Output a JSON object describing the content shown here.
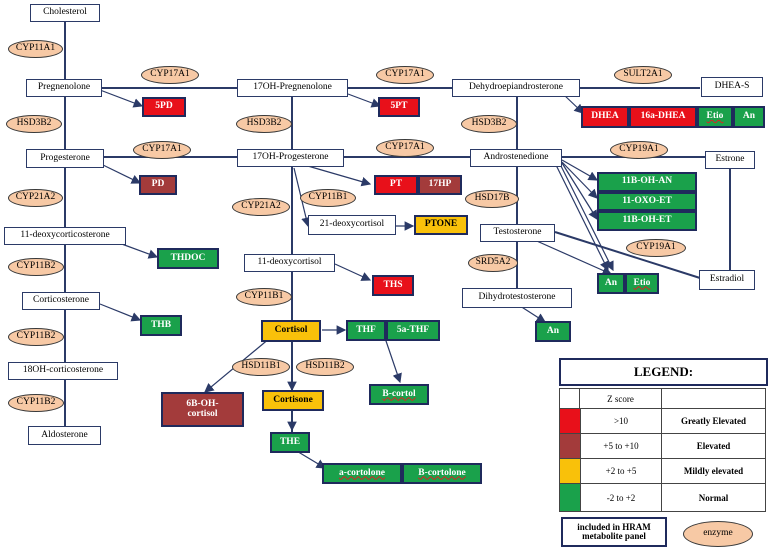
{
  "colors": {
    "greatly_elevated": "#e8101a",
    "elevated": "#a33b3b",
    "mildly_elevated": "#f9c10a",
    "normal": "#1aa14b",
    "enzyme": "#f7c9a5",
    "line": "#2b3a67"
  },
  "steroids": {
    "cholesterol": "Cholesterol",
    "pregnenolone": "Pregnenolone",
    "oh17_pregnenolone": "17OH-Pregnenolone",
    "dhea_full": "Dehydroepiandrosterone",
    "dhea_s": "DHEA-S",
    "progesterone": "Progesterone",
    "oh17_progesterone": "17OH-Progesterone",
    "androstenedione": "Androstenedione",
    "estrone": "Estrone",
    "deoxycorticosterone": "11-deoxycorticosterone",
    "deoxycortisol21": "21-deoxycortisol",
    "testosterone": "Testosterone",
    "deoxycortisol11": "11-deoxycortisol",
    "estradiol": "Estradiol",
    "corticosterone": "Corticosterone",
    "dihydrotestosterone": "Dihydrotestosterone",
    "oh18_corticosterone": "18OH-corticosterone",
    "aldosterone": "Aldosterone"
  },
  "enzymes": {
    "cyp11a1": "CYP11A1",
    "cyp17a1_a": "CYP17A1",
    "cyp17a1_b": "CYP17A1",
    "sult2a1": "SULT2A1",
    "hsd3b2_a": "HSD3B2",
    "hsd3b2_b": "HSD3B2",
    "hsd3b2_c": "HSD3B2",
    "cyp17a1_c": "CYP17A1",
    "cyp17a1_d": "CYP17A1",
    "cyp19a1_a": "CYP19A1",
    "cyp21a2_a": "CYP21A2",
    "cyp11b1_a": "CYP11B1",
    "cyp21a2_b": "CYP21A2",
    "hsd17b": "HSD17B",
    "cyp11b2_a": "CYP11B2",
    "srd5a2": "SRD5A2",
    "cyp19a1_b": "CYP19A1",
    "cyp11b1_b": "CYP11B1",
    "cyp11b2_b": "CYP11B2",
    "hsd11b1": "HSD11B1",
    "hsd11b2": "HSD11B2",
    "cyp11b2_c": "CYP11B2"
  },
  "metabolites": {
    "spd": "5PD",
    "spt": "5PT",
    "dhea": "DHEA",
    "dhea16a": "16a-DHEA",
    "etio1": "Etio",
    "an1": "An",
    "pd": "PD",
    "pt": "PT",
    "hp17": "17HP",
    "oh_an": "11B-OH-AN",
    "oxo_et": "11-OXO-ET",
    "oh_et": "11B-OH-ET",
    "ptone": "PTONE",
    "thdoc": "THDOC",
    "ths": "THS",
    "an2": "An",
    "etio2": "Etio",
    "thb": "THB",
    "cortisol": "Cortisol",
    "thf": "THF",
    "sa_thf": "5a-THF",
    "an3": "An",
    "oh6b_cortisol_1": "6B-OH-",
    "oh6b_cortisol_2": "cortisol",
    "cortisone": "Cortisone",
    "b_cortol": "B-cortol",
    "the": "THE",
    "a_cortolone": "a-cortolone",
    "b_cortolone": "B-cortolone"
  },
  "legend": {
    "title": "LEGEND:",
    "header": "Z score",
    "rows": [
      {
        "range": ">10",
        "label": "Greatly Elevated"
      },
      {
        "range": "+5 to +10",
        "label": "Elevated"
      },
      {
        "range": "+2 to +5",
        "label": "Mildly elevated"
      },
      {
        "range": "-2 to +2",
        "label": "Normal"
      }
    ],
    "panel_label_1": "included in HRAM",
    "panel_label_2": "metabolite panel",
    "enzyme_label": "enzyme"
  }
}
